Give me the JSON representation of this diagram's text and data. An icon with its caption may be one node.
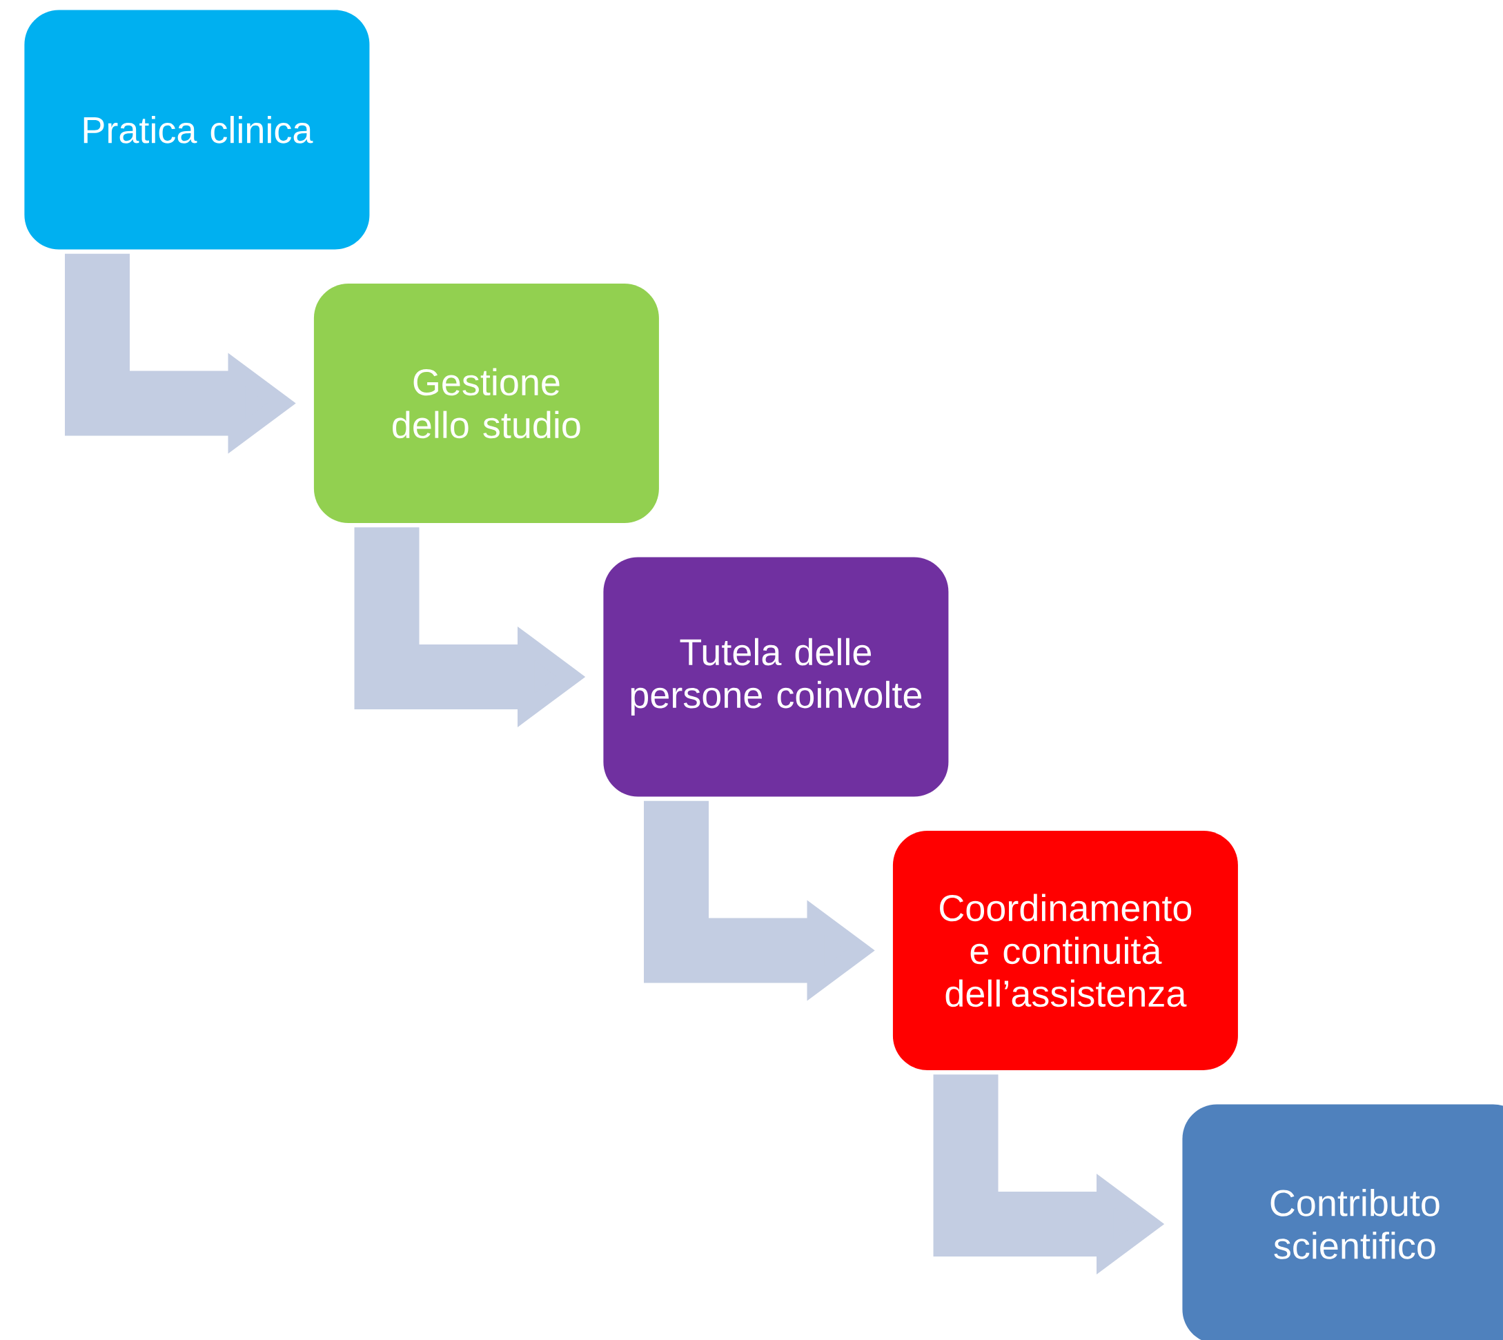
{
  "diagram": {
    "nodes": [
      {
        "text": [
          "Pratica clinica"
        ]
      },
      {
        "text": [
          "Gestione dello studio"
        ]
      },
      {
        "text": [
          "Tutela delle persone coinvolte"
        ]
      },
      {
        "text": [
          "Coordinamento e continuità dell’assistenza"
        ]
      },
      {
        "text": [
          "Contributo scientifico"
        ]
      }
    ],
    "edges": [
      {
        "from": 0,
        "to": 1,
        "arrow": "to"
      },
      {
        "from": 1,
        "to": 2,
        "arrow": "to"
      },
      {
        "from": 2,
        "to": 3,
        "arrow": "to"
      },
      {
        "from": 3,
        "to": 4,
        "arrow": "to"
      }
    ]
  }
}
